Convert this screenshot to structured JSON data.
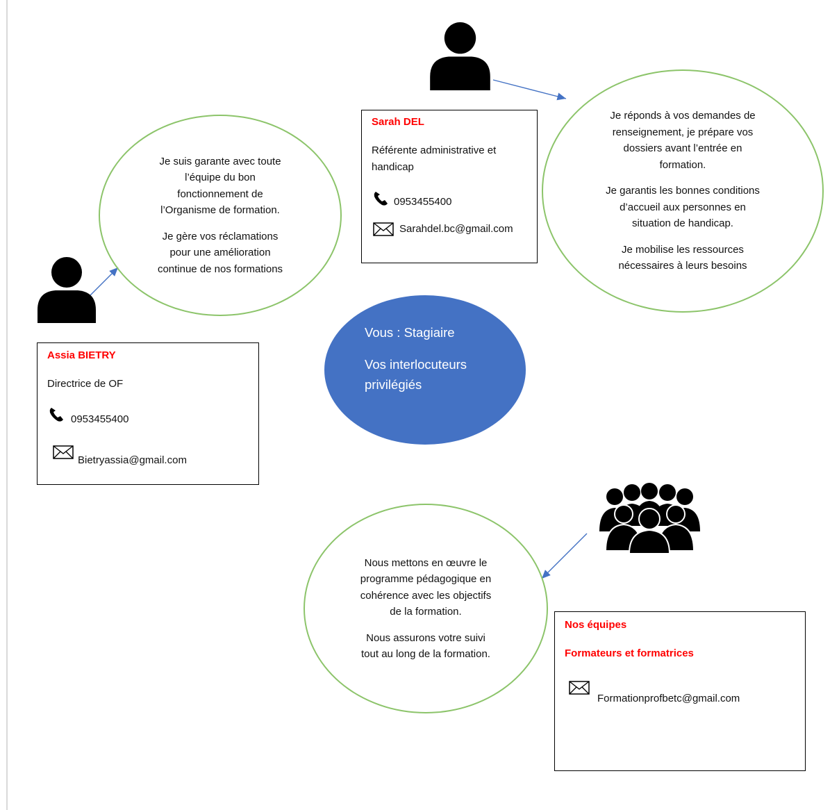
{
  "center": {
    "line1": "Vous : Stagiaire",
    "line2": "Vos interlocuteurs",
    "line3": "privilégiés"
  },
  "director": {
    "name": "Assia BIETRY",
    "role": "Directrice de OF",
    "phone": "0953455400",
    "email": "Bietryassia@gmail.com",
    "bubble": {
      "p1_l1": "Je suis garante avec toute",
      "p1_l2": "l’équipe du bon",
      "p1_l3": "fonctionnement de",
      "p1_l4": "l’Organisme de formation.",
      "p2_l1": "Je gère vos réclamations",
      "p2_l2": "pour une amélioration",
      "p2_l3": "continue de nos formations"
    }
  },
  "admin": {
    "name": "Sarah DEL",
    "role_l1": "Référente administrative et",
    "role_l2": "handicap",
    "phone": "0953455400",
    "email": "Sarahdel.bc@gmail.com",
    "bubble": {
      "p1_l1": "Je réponds à vos demandes de",
      "p1_l2": "renseignement, je prépare vos",
      "p1_l3": "dossiers avant l’entrée en",
      "p1_l4": "formation.",
      "p2_l1": "Je garantis les bonnes conditions",
      "p2_l2": "d’accueil aux personnes en",
      "p2_l3": "situation de handicap.",
      "p3_l1": "Je mobilise les ressources",
      "p3_l2": "nécessaires à leurs besoins"
    }
  },
  "team": {
    "title": "Nos équipes",
    "subtitle": "Formateurs et formatrices",
    "email": "Formationprofbetc@gmail.com",
    "bubble": {
      "p1_l1": "Nous mettons en œuvre le",
      "p1_l2": "programme pédagogique en",
      "p1_l3": "cohérence avec les objectifs",
      "p1_l4": "de la formation.",
      "p2_l1": "Nous assurons votre suivi",
      "p2_l2": "tout au long de la formation."
    }
  },
  "colors": {
    "accent_red": "#ff0000",
    "oval_blue": "#4472c4",
    "circle_green": "#8cc46a",
    "arrow_blue": "#4472c4"
  },
  "icons": [
    "person-icon",
    "group-icon",
    "phone-icon",
    "mail-icon"
  ]
}
